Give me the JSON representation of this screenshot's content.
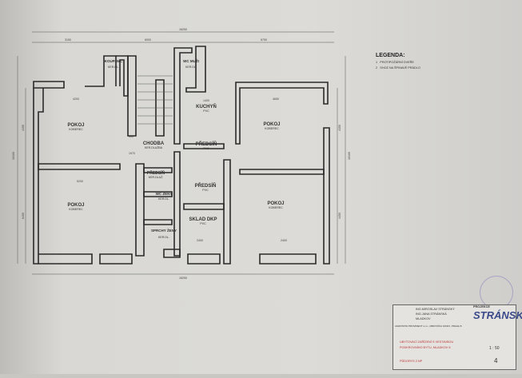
{
  "drawing": {
    "dimensions": {
      "overall_top": "16250",
      "overall_bottom": "16250",
      "top_segments": [
        "3150",
        "6000",
        "6750"
      ],
      "left_total": "10100",
      "right_total": "10100",
      "left_segments": [
        "4150",
        "6450"
      ],
      "right_segments": [
        "4150",
        "4450"
      ],
      "inner": [
        "4200",
        "4650",
        "5200",
        "2400",
        "2400",
        "1970",
        "900",
        "1400"
      ]
    },
    "rooms": [
      {
        "name": "KOUP. WC",
        "floor": "KER.DL."
      },
      {
        "name": "WC MUŽI",
        "floor": "KER.DL."
      },
      {
        "name": "POKOJ",
        "floor": "KOBEREC"
      },
      {
        "name": "KUCHYŇ",
        "floor": "PVC"
      },
      {
        "name": "POKOJ",
        "floor": "KOBEREC"
      },
      {
        "name": "CHODBA",
        "floor": "KER.DLAŽBA"
      },
      {
        "name": "PŘEDSÍŇ",
        "floor": "PVC"
      },
      {
        "name": "PŘEDSÍŇ",
        "floor": "KER.DLAŽ."
      },
      {
        "name": "POKOJ",
        "floor": "KOBEREC"
      },
      {
        "name": "WC ŽENY",
        "floor": "KER.DL."
      },
      {
        "name": "PŘEDSÍŇ",
        "floor": "PVC"
      },
      {
        "name": "POKOJ",
        "floor": "KOBEREC"
      },
      {
        "name": "SKLAD DKP",
        "floor": "PVC"
      },
      {
        "name": "SPRCHY ŽENY",
        "floor": "KER.DL."
      }
    ]
  },
  "legend": {
    "title": "LEGENDA:",
    "items": [
      {
        "num": "1",
        "label": "PROTIPOŽÁRNÍ DVEŘE"
      },
      {
        "num": "2",
        "label": "SHOZ NA ŠPINAVÉ PRÁDLO"
      }
    ]
  },
  "title_block": {
    "chief_designer": "ING.MIROSLAV STRÁNSKÝ",
    "designer": "ING.JANA STRÁNSKÁ",
    "place": "MLADKOV",
    "investor": "AGROSTAV PROVIDENT s.r.o., MRKVIČKA 1000/1, PRAHA 8",
    "project_line1": "UBYTOVACÍ ZAŘÍZENÍ S VESTAVBOU",
    "project_line2": "PODKROVNÍHO BYTU, MLADKOV 8",
    "drawing_name": "PŮDORYS 2.NP",
    "logo": "STRÁNSKÝ",
    "logo_header": "PROJEKCE",
    "scale": "1 : 50",
    "sheet_number": "4"
  }
}
